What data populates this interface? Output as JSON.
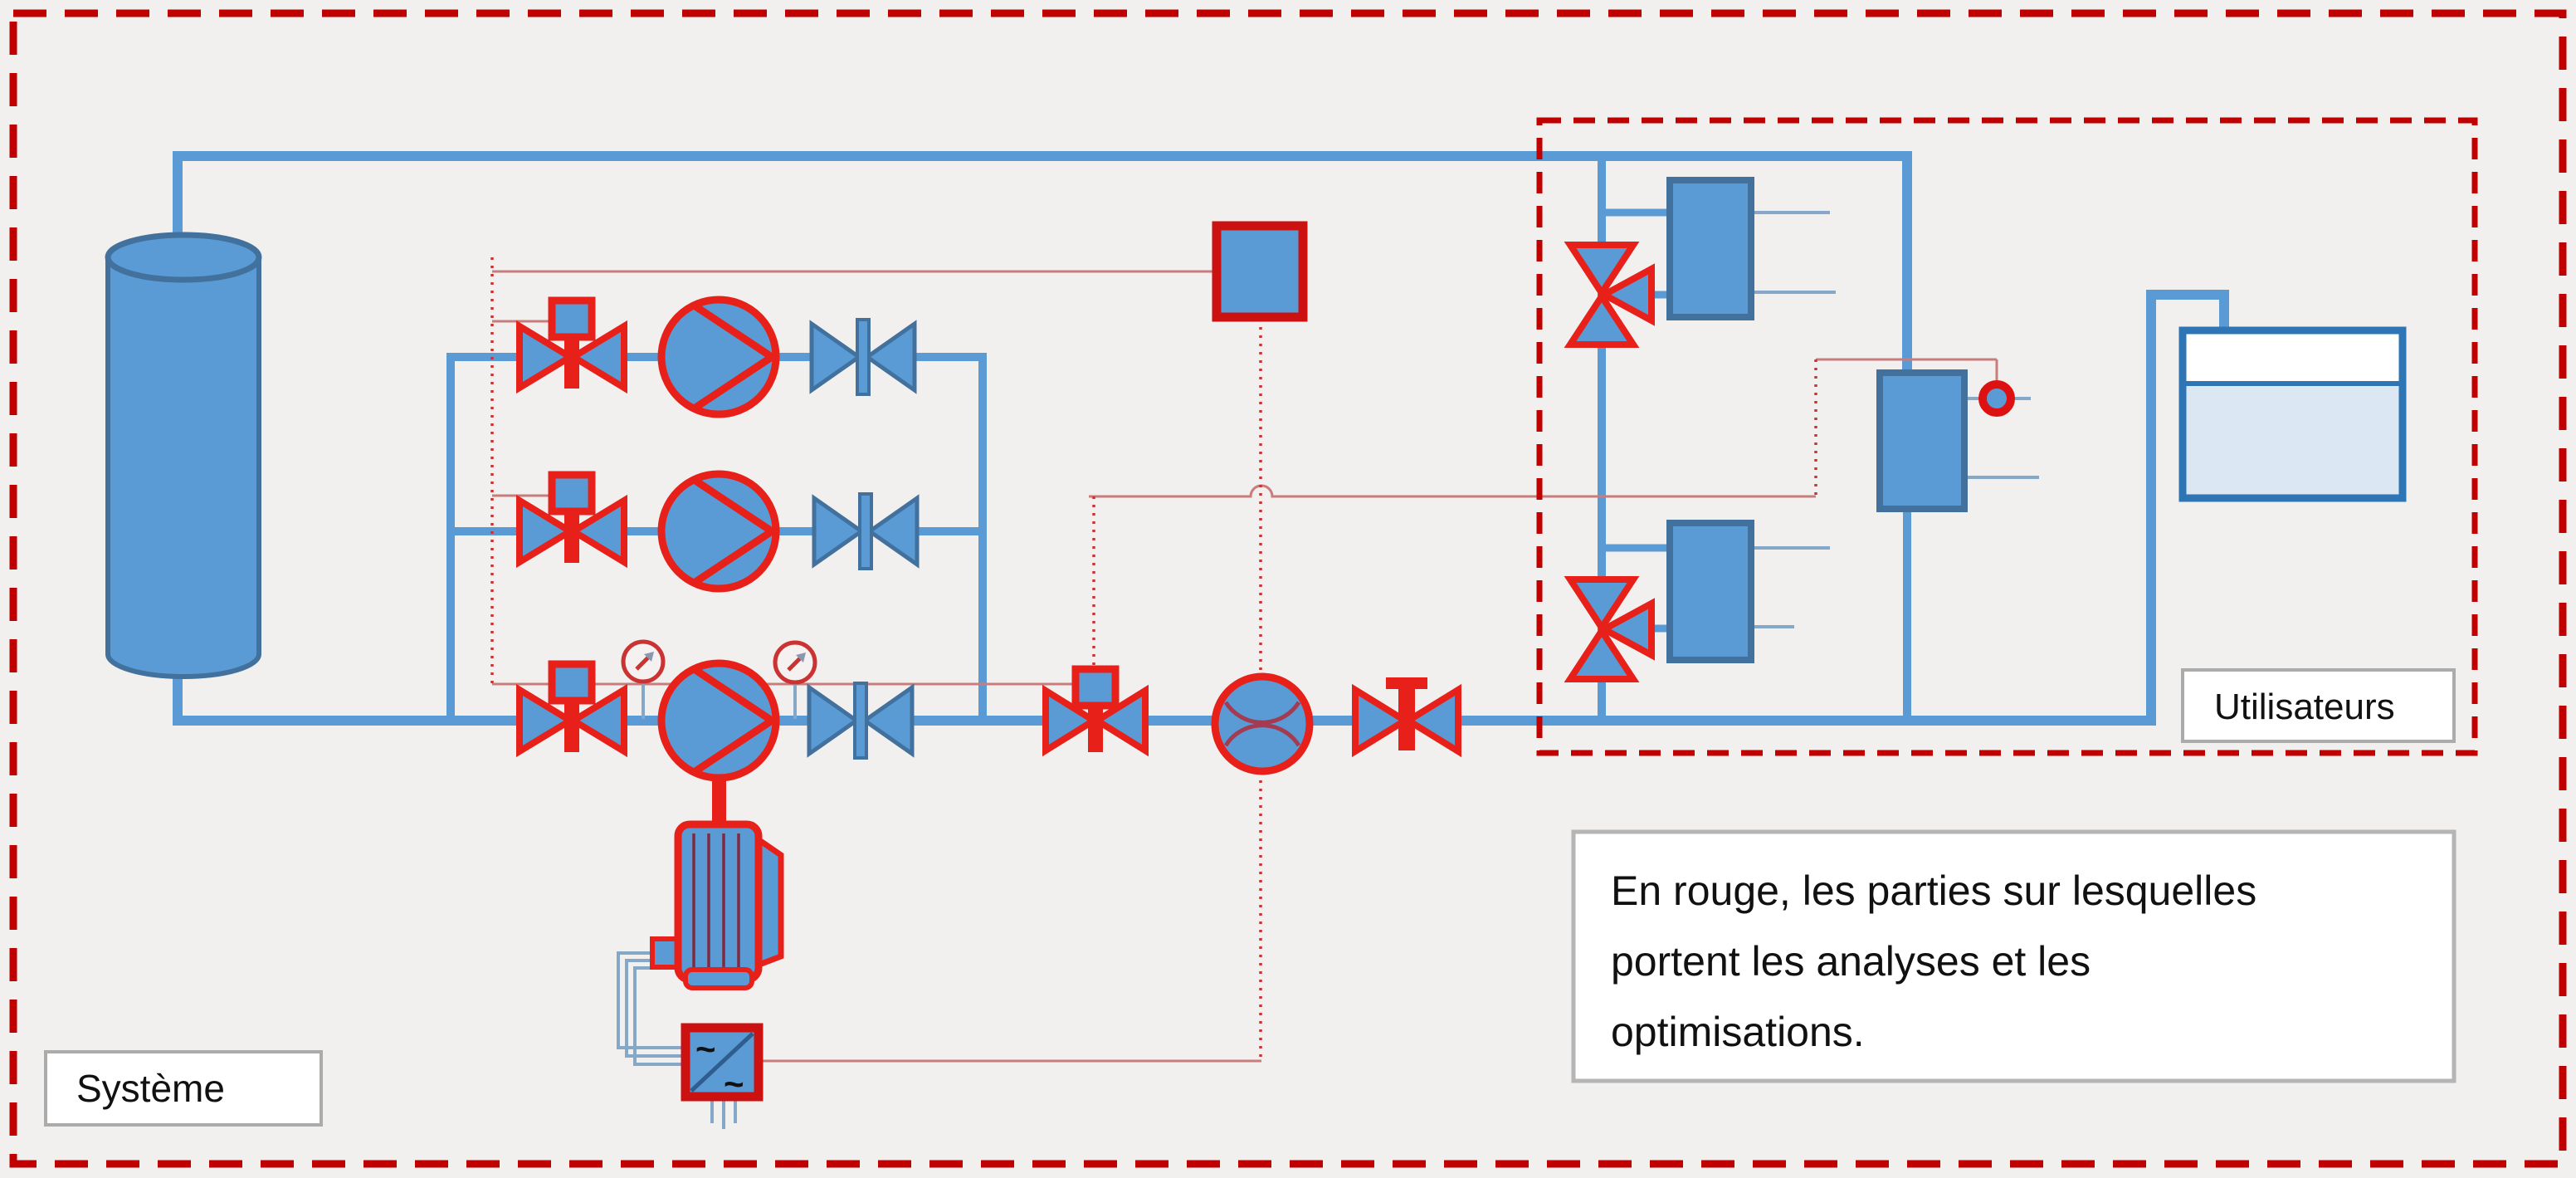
{
  "labels": {
    "system": "Système",
    "users": "Utilisateurs"
  },
  "note": {
    "line1": "En rouge, les parties sur lesquelles",
    "line2": "portent les analyses et les",
    "line3": "optimisations."
  },
  "symbols": {
    "ac": "~"
  },
  "colors": {
    "background": "#f1f0ef",
    "pipe_blue": "#5b9bd5",
    "pipe_dark": "#41719c",
    "thin_blue": "#86a8c8",
    "equipment_red": "#e8201a",
    "boundary_red": "#c00000",
    "signal_solid_red": "#c97c7c",
    "signal_dotted_red": "#cb3333",
    "navy": "#1f3a63",
    "reservoir_border": "#2e75b6",
    "water": "#dbe7f3"
  }
}
